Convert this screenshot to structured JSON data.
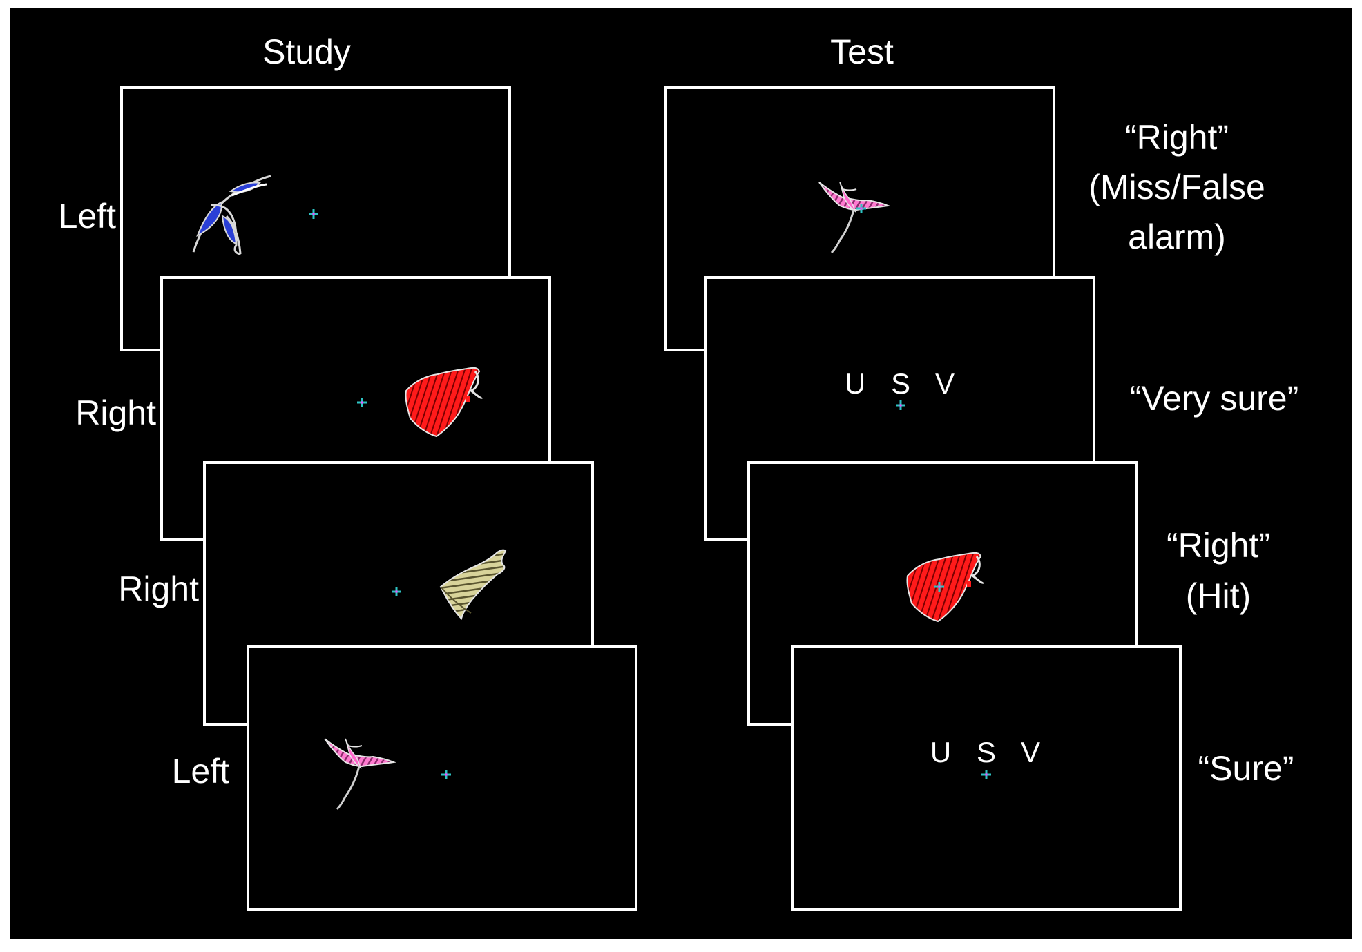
{
  "headers": {
    "study": "Study",
    "test": "Test"
  },
  "study_labels": [
    "Left",
    "Right",
    "Right",
    "Left"
  ],
  "test_responses": {
    "r1_line1": "“Right”",
    "r1_line2": "(Miss/False",
    "r1_line3": "alarm)",
    "r2": "“Very sure”",
    "r3_line1": "“Right”",
    "r3_line2": "(Hit)",
    "r4": "“Sure”"
  },
  "confidence_scale": [
    "U",
    "S",
    "V"
  ],
  "colors": {
    "background": "#000000",
    "frame": "#ffffff",
    "fixation_cross": "#2ec4c4",
    "fixation_cross_center": "#ff40ff",
    "shape_blue": "#2a3fd6",
    "shape_red": "#ff1a1a",
    "shape_khaki": "#d8d39a",
    "shape_pink": "#ff66cc"
  },
  "icons": {
    "study_1": "blue-curve-shape-icon",
    "study_2": "red-striped-shape-icon",
    "study_3": "khaki-striped-shape-icon",
    "study_4": "pink-striped-shape-icon",
    "test_1": "pink-striped-shape-icon",
    "test_3": "red-striped-shape-icon",
    "fixation": "fixation-cross-icon"
  }
}
